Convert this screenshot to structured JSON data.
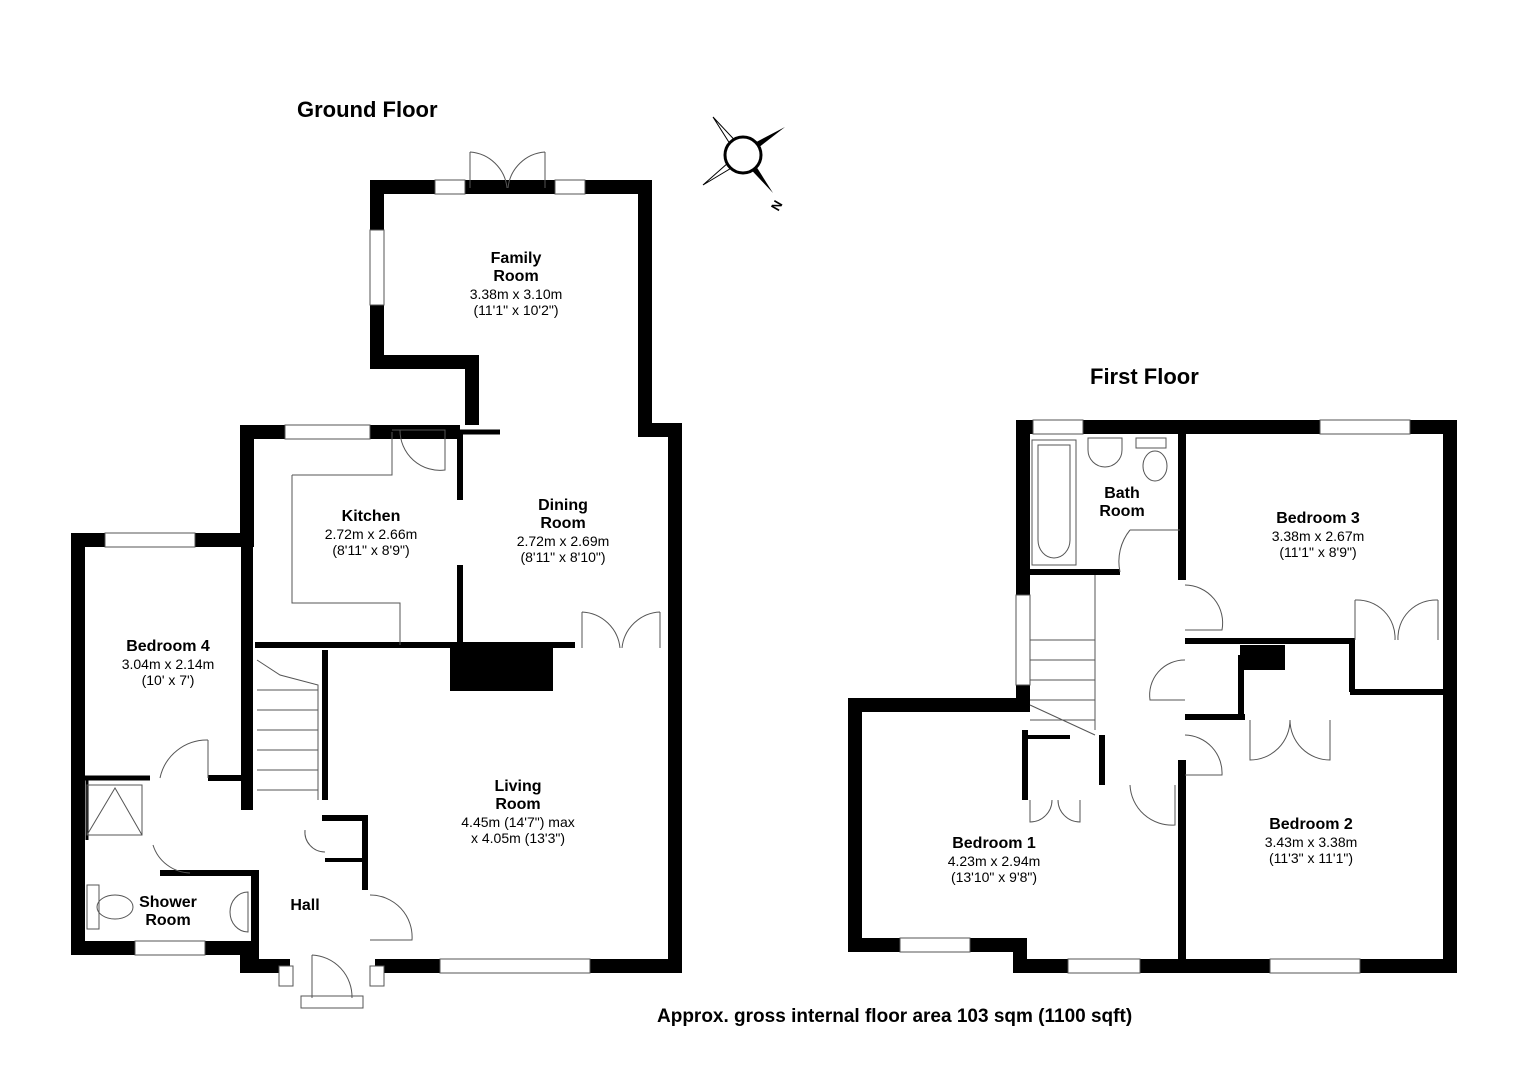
{
  "titles": {
    "ground": "Ground Floor",
    "first": "First Floor"
  },
  "compass": {
    "label": "N"
  },
  "footer": "Approx. gross internal floor area 103 sqm (1100 sqft)",
  "ground_rooms": {
    "family": {
      "name1": "Family",
      "name2": "Room",
      "dim1": "3.38m x 3.10m",
      "dim2": "(11'1\" x 10'2\")"
    },
    "kitchen": {
      "name1": "Kitchen",
      "dim1": "2.72m x 2.66m",
      "dim2": "(8'11\" x 8'9\")"
    },
    "dining": {
      "name1": "Dining",
      "name2": "Room",
      "dim1": "2.72m x 2.69m",
      "dim2": "(8'11\" x 8'10\")"
    },
    "bedroom4": {
      "name1": "Bedroom 4",
      "dim1": "3.04m x 2.14m",
      "dim2": "(10' x 7')"
    },
    "living": {
      "name1": "Living",
      "name2": "Room",
      "dim1": "4.45m (14'7\") max",
      "dim2": "x 4.05m (13'3\")"
    },
    "shower": {
      "name1": "Shower",
      "name2": "Room"
    },
    "hall": {
      "name1": "Hall"
    }
  },
  "first_rooms": {
    "bath": {
      "name1": "Bath",
      "name2": "Room"
    },
    "bedroom3": {
      "name1": "Bedroom 3",
      "dim1": "3.38m x 2.67m",
      "dim2": "(11'1\" x 8'9\")"
    },
    "bedroom1": {
      "name1": "Bedroom 1",
      "dim1": "4.23m x 2.94m",
      "dim2": "(13'10\" x 9'8\")"
    },
    "bedroom2": {
      "name1": "Bedroom 2",
      "dim1": "3.43m x 3.38m",
      "dim2": "(11'3\" x 11'1\")"
    }
  },
  "colors": {
    "wall": "#000000",
    "background": "#ffffff",
    "fixture": "#888888"
  }
}
